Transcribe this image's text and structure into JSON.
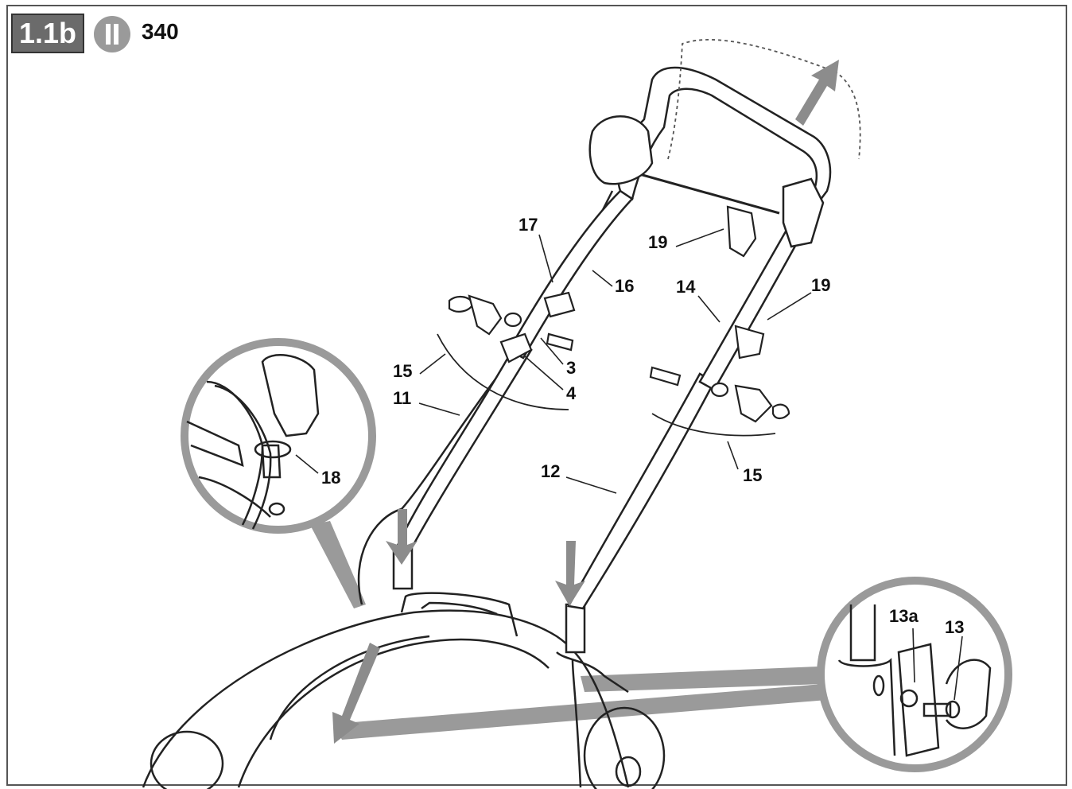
{
  "header": {
    "figure_badge": "1.1b",
    "model_icon": "pause-circle-icon",
    "model_number": "340"
  },
  "callouts": {
    "c3": "3",
    "c4": "4",
    "c11": "11",
    "c12": "12",
    "c13": "13",
    "c13a": "13a",
    "c14": "14",
    "c15_left": "15",
    "c15_right": "15",
    "c16": "16",
    "c17": "17",
    "c18": "18",
    "c19_left": "19",
    "c19_right": "19"
  },
  "colors": {
    "line": "#222222",
    "arrow_grey": "#8c8c8c",
    "zoom_ring": "#9a9a9a",
    "badge_bg": "#6b6b6b"
  }
}
